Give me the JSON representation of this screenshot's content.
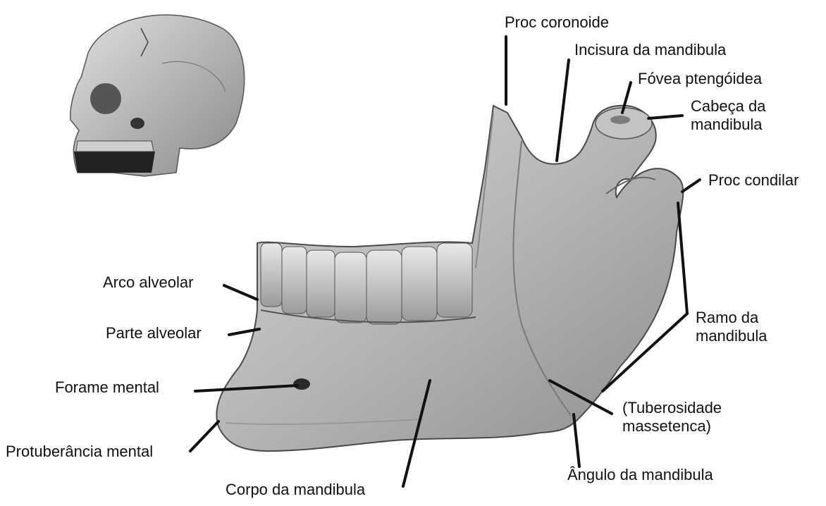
{
  "labels": {
    "proc_coronoide": "Proc coronoide",
    "incisura": "Incisura da mandibula",
    "fovea": "Fóvea ptengóidea",
    "cabeca": [
      "Cabeça da",
      "mandibula"
    ],
    "proc_condilar": "Proc condilar",
    "arco_alveolar": "Arco alveolar",
    "parte_alveolar": "Parte alveolar",
    "forame_mental": "Forame mental",
    "protuberancia": "Protuberância mental",
    "corpo": "Corpo da mandibula",
    "angulo": "Ângulo da mandibula",
    "ramo": [
      "Ramo da",
      "mandibula"
    ],
    "tuberosidade": [
      "(Tuberosidade",
      "massetenca)"
    ]
  },
  "colors": {
    "bone_light": "#cfcfcf",
    "bone_mid": "#a9a9a9",
    "bone_dark": "#6e6e6e",
    "tooth": "#d9d9d9",
    "leader": "#111111"
  }
}
